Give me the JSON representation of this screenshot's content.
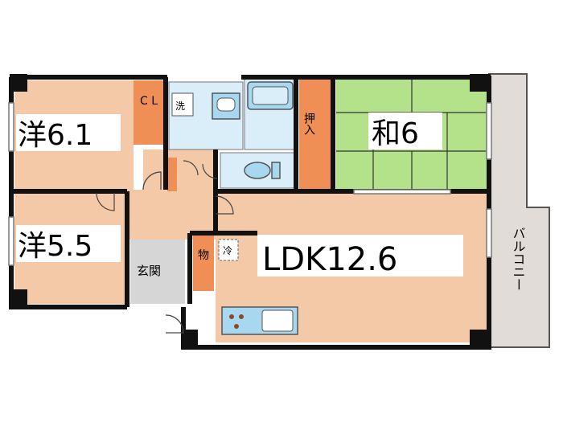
{
  "rooms": {
    "western_1": "洋6.1",
    "western_2": "洋5.5",
    "japanese": "和6",
    "ldk": "LDK12.6",
    "entrance": "玄関",
    "closet": "C L",
    "oshiire": "押入",
    "storage": "物",
    "wash": "洗",
    "fridge": "冷",
    "balcony": "バルコニー"
  },
  "colors": {
    "room_floor": "#f4c9a8",
    "tatami": "#b3e28a",
    "closet": "#ef8f55",
    "wet_area": "#d9eef9",
    "fixture": "#a8d8f0",
    "entrance": "#d6d6d6",
    "balcony": "#e1dcd7",
    "wall": "#111111"
  }
}
